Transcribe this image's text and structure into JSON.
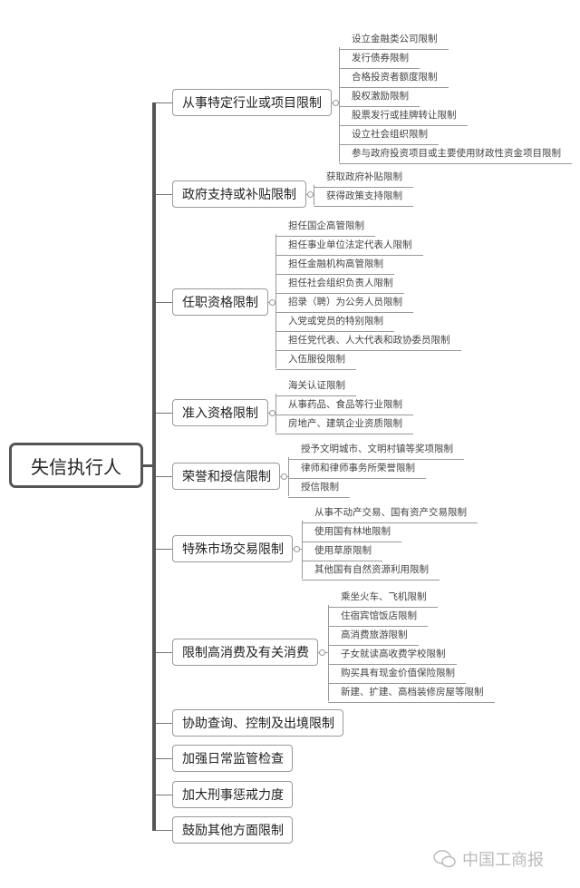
{
  "root": "失信执行人",
  "branches": [
    {
      "label": "从事特定行业或项目限制",
      "children": [
        "设立金融类公司限制",
        "发行债券限制",
        "合格投资者额度限制",
        "股权激励限制",
        "股票发行或挂牌转让限制",
        "设立社会组织限制",
        "参与政府投资项目或主要使用财政性资金项目限制"
      ]
    },
    {
      "label": "政府支持或补贴限制",
      "children": [
        "获取政府补贴限制",
        "获得政策支持限制"
      ]
    },
    {
      "label": "任职资格限制",
      "children": [
        "担任国企高管限制",
        "担任事业单位法定代表人限制",
        "担任金融机构高管限制",
        "担任社会组织负责人限制",
        "招录（聘）为公务人员限制",
        "入党或党员的特别限制",
        "担任党代表、人大代表和政协委员限制",
        "入伍服役限制"
      ]
    },
    {
      "label": "准入资格限制",
      "children": [
        "海关认证限制",
        "从事药品、食品等行业限制",
        "房地产、建筑企业资质限制"
      ]
    },
    {
      "label": "荣誉和授信限制",
      "children": [
        "授予文明城市、文明村镇等奖项限制",
        "律师和律师事务所荣誉限制",
        "授信限制"
      ]
    },
    {
      "label": "特殊市场交易限制",
      "children": [
        "从事不动产交易、国有资产交易限制",
        "使用国有林地限制",
        "使用草原限制",
        "其他国有自然资源利用限制"
      ]
    },
    {
      "label": "限制高消费及有关消费",
      "children": [
        "乘坐火车、飞机限制",
        "住宿宾馆饭店限制",
        "高消费旅游限制",
        "子女就读高收费学校限制",
        "购买具有现金价值保险限制",
        "新建、扩建、高档装修房屋等限制"
      ]
    },
    {
      "label": "协助查询、控制及出境限制",
      "children": []
    },
    {
      "label": "加强日常监管检查",
      "children": []
    },
    {
      "label": "加大刑事惩戒力度",
      "children": []
    },
    {
      "label": "鼓励其他方面限制",
      "children": []
    }
  ],
  "watermark": "中国工商报"
}
